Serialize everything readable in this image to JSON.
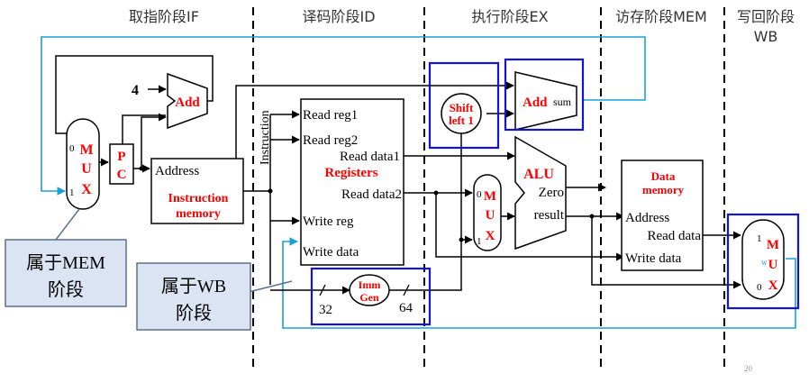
{
  "stages": {
    "if": "取指阶段IF",
    "id": "译码阶段ID",
    "ex": "执行阶段EX",
    "mem": "访存阶段MEM",
    "wb_line1": "写回阶段",
    "wb_line2": "WB"
  },
  "mux1": {
    "m": "M",
    "u": "U",
    "x": "X",
    "in0": "0",
    "in1": "1"
  },
  "pc": {
    "p": "P",
    "c": "C"
  },
  "const4": "4",
  "add": "Add",
  "imem": {
    "address": "Address",
    "title_line1": "Instruction",
    "title_line2": "memory"
  },
  "instruction_label": "Instruction",
  "regs": {
    "read_reg1": "Read reg1",
    "read_reg2": "Read reg2",
    "read_data1": "Read data1",
    "title": "Registers",
    "read_data2": "Read data2",
    "write_reg": "Write reg",
    "write_data": "Write data"
  },
  "immgen": {
    "line1": "Imm",
    "line2": "Gen",
    "in_width": "32",
    "out_width": "64"
  },
  "shift": {
    "line1": "Shift",
    "line2": "left 1"
  },
  "add_sum": {
    "add": "Add",
    "sum": "sum"
  },
  "mux2": {
    "m": "M",
    "u": "U",
    "x": "X",
    "in0": "0",
    "in1": "1"
  },
  "alu": {
    "title": "ALU",
    "zero": "Zero",
    "result": "result"
  },
  "dmem": {
    "title_line1": "Data",
    "title_line2": "memory",
    "address": "Address",
    "read_data": "Read data",
    "write_data": "Write data"
  },
  "mux3": {
    "m": "M",
    "u": "U",
    "x": "X",
    "in1": "1",
    "in0": "0",
    "w": "w"
  },
  "callout_mem": {
    "line1": "属于MEM",
    "line2": "阶段"
  },
  "callout_wb": {
    "line1": "属于WB",
    "line2": "阶段"
  },
  "page_number": "20",
  "colors": {
    "red": "#ff0000",
    "cyan": "#1aa0d8",
    "blue_box": "#1414d8",
    "callout_fill": "#dbe4f2",
    "callout_stroke": "#5b6f8f",
    "black": "#000000"
  }
}
